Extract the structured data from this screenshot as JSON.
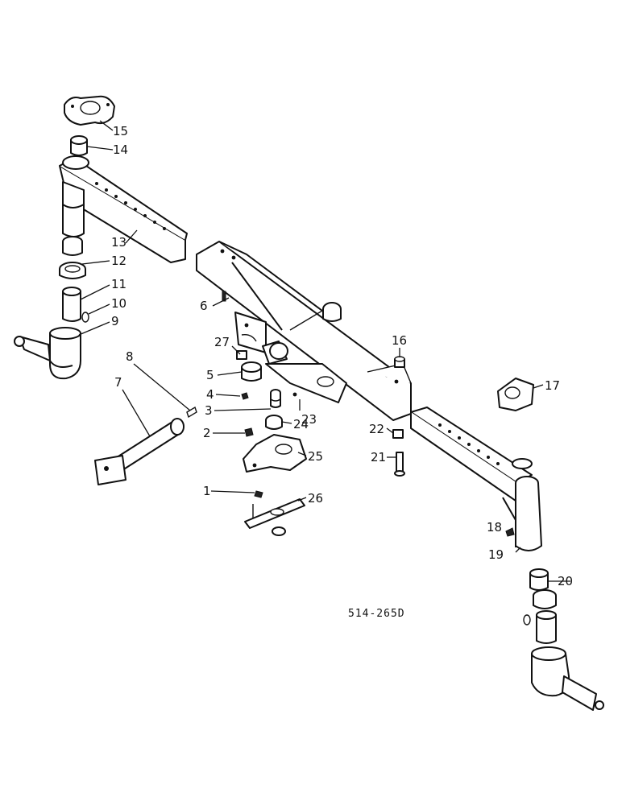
{
  "diagram": {
    "part_code": "514-265D",
    "callouts": [
      "1",
      "2",
      "3",
      "4",
      "5",
      "6",
      "7",
      "8",
      "9",
      "10",
      "11",
      "12",
      "13",
      "14",
      "15",
      "16",
      "17",
      "18",
      "19",
      "20",
      "21",
      "22",
      "23",
      "24",
      "25",
      "26",
      "27"
    ]
  }
}
